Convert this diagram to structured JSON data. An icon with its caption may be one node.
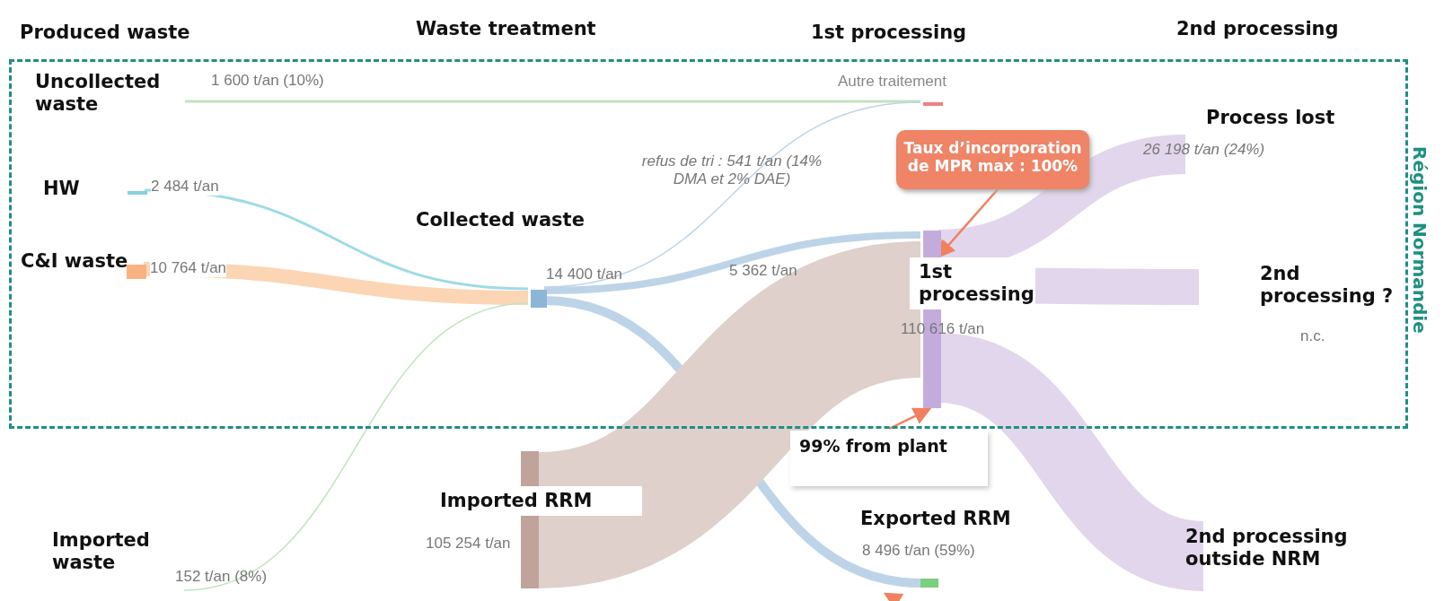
{
  "diagram": {
    "nodes": [
      {
        "text": [
          "Région Normandie"
        ]
      },
      {
        "text": [
          "Uncollected waste"
        ],
        "in": 0
      },
      {
        "text": [
          "HW"
        ],
        "beside": [
          "2 484 t/an"
        ],
        "in": 0
      },
      {
        "text": [
          "C&I waste"
        ],
        "beside": [
          "10 764 t/an"
        ],
        "in": 0
      },
      {
        "text": [
          "Collected waste",
          "14 400 t/an"
        ],
        "in": 0
      },
      {
        "text": [
          "Autre traitement"
        ],
        "in": 0
      },
      {
        "text": [
          "1st processing",
          "110 616 t/an"
        ],
        "in": 0
      },
      {
        "text": [
          "Process lost",
          "26 198 t/an (24%)"
        ],
        "in": 0
      },
      {
        "text": [
          "2nd processing ?",
          "n.c."
        ],
        "in": 0
      },
      {
        "text": [
          "Taux d’incorporation de MPR max : 100%"
        ],
        "in": 0
      },
      {
        "text": [
          "99% from plant"
        ]
      },
      {
        "text": [
          "Imported waste"
        ]
      },
      {
        "text": [
          "Imported RRM",
          "105 254 t/an"
        ]
      },
      {
        "text": [
          "Exported RRM",
          "8 496 t/an (59%)"
        ]
      },
      {
        "text": [
          "2nd processing outside NRM"
        ]
      }
    ],
    "edges": [
      {
        "from": 1,
        "to": 5,
        "arrow": "none",
        "label": "1 600 t/an (10%)",
        "color": "#c3e3c0"
      },
      {
        "from": 2,
        "to": 4,
        "arrow": "none",
        "color": "#9edbe6"
      },
      {
        "from": 3,
        "to": 4,
        "arrow": "none",
        "style": "thick",
        "color": "#fcd5b5"
      },
      {
        "from": 11,
        "to": 4,
        "arrow": "none",
        "label": "152 t/an (8%)",
        "color": "#c3e3c0"
      },
      {
        "from": 4,
        "to": 5,
        "arrow": "none",
        "label": "refus de tri : 541 t/an (14% DMA et 2% DAE)",
        "color": "#bdd4e8"
      },
      {
        "from": 4,
        "to": 6,
        "arrow": "none",
        "label": "5 362 t/an",
        "style": "thick",
        "color": "#bdd4e8"
      },
      {
        "from": 4,
        "to": 13,
        "arrow": "none",
        "style": "thick",
        "color": "#bdd4e8"
      },
      {
        "from": 12,
        "to": 6,
        "arrow": "none",
        "style": "thick",
        "color": "#dfd0cb"
      },
      {
        "from": 6,
        "to": 7,
        "arrow": "none",
        "style": "thick",
        "color": "#e2d6ec"
      },
      {
        "from": 6,
        "to": 8,
        "arrow": "none",
        "style": "thick",
        "color": "#e2d6ec"
      },
      {
        "from": 6,
        "to": 14,
        "arrow": "none",
        "style": "thick",
        "color": "#e2d6ec"
      },
      {
        "from": 9,
        "to": 6,
        "arrow": "to",
        "color": "#f08060"
      },
      {
        "from": 10,
        "to": 6,
        "arrow": "to",
        "color": "#f08060"
      },
      {
        "from": null,
        "to": 13,
        "arrow": "to",
        "color": "#f08060"
      }
    ],
    "labels": [
      "Produced waste",
      "Waste treatment",
      "1st processing",
      "2nd processing"
    ]
  }
}
